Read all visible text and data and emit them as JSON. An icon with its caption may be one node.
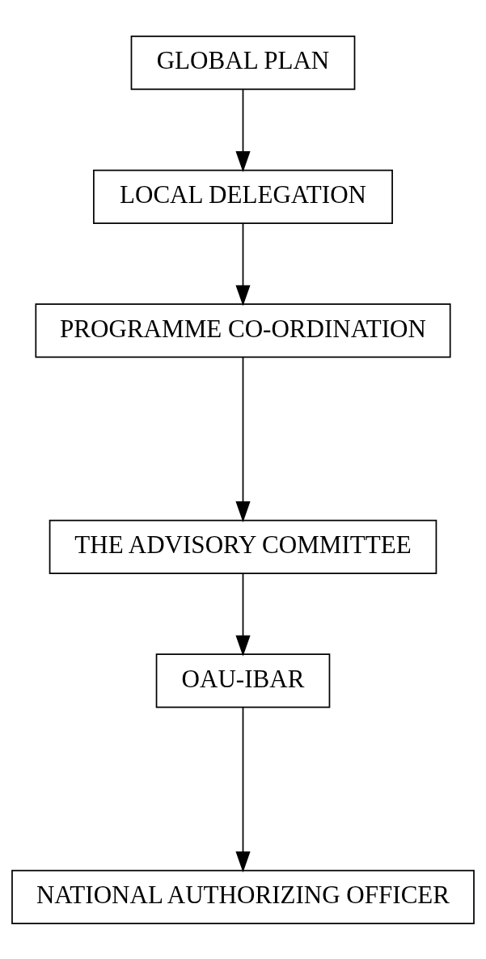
{
  "diagram": {
    "nodes": [
      {
        "text": [
          "GLOBAL PLAN"
        ]
      },
      {
        "text": [
          "LOCAL DELEGATION"
        ]
      },
      {
        "text": [
          "PROGRAMME CO-ORDINATION"
        ]
      },
      {
        "text": [
          "THE ADVISORY COMMITTEE"
        ]
      },
      {
        "text": [
          "OAU-IBAR"
        ]
      },
      {
        "text": [
          "NATIONAL AUTHORIZING OFFICER"
        ]
      }
    ],
    "edges": [
      {
        "from": 0,
        "to": 1,
        "arrow": "to"
      },
      {
        "from": 1,
        "to": 2,
        "arrow": "to"
      },
      {
        "from": 2,
        "to": 3,
        "arrow": "to"
      },
      {
        "from": 3,
        "to": 4,
        "arrow": "to"
      },
      {
        "from": 4,
        "to": 5,
        "arrow": "to"
      }
    ]
  }
}
